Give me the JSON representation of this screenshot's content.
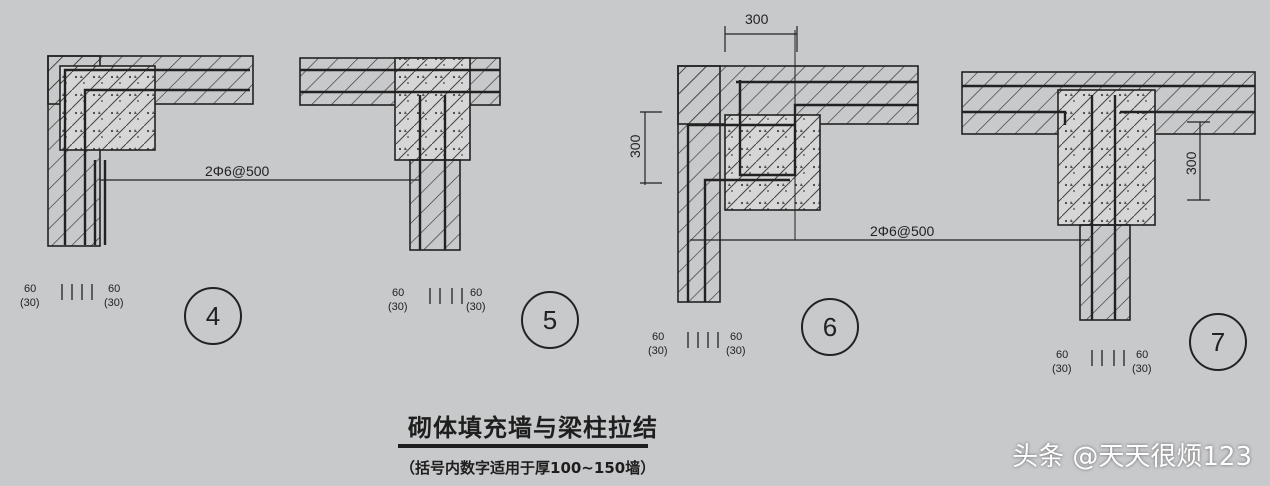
{
  "details": [
    {
      "number": "4",
      "type": "L corner"
    },
    {
      "number": "5",
      "type": "T junction"
    },
    {
      "number": "6",
      "type": "L corner with column"
    },
    {
      "number": "7",
      "type": "T junction with column"
    }
  ],
  "tie_bar_label": "2Φ6@500",
  "dimension_300": "300",
  "cover_label": "60",
  "cover_label_thin": "(30)",
  "title": "砌体填充墙与梁柱拉结",
  "subtitle": "（括号内数字适用于厚100~150墙）",
  "watermark": "头条 @天天很烦123",
  "colors": {
    "paper": "#c8c9cb",
    "ink": "#222222"
  }
}
